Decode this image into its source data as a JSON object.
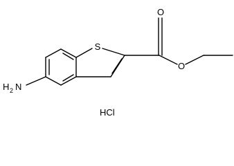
{
  "molecule": {
    "atoms": {
      "sulfur": "S",
      "carbonyl_oxygen": "O",
      "ester_oxygen": "O",
      "amine_h": "H",
      "amine_sub": "2",
      "amine_n": "N",
      "salt": "HCl"
    },
    "colors": {
      "bond": "#000000",
      "text": "#000000",
      "background": "#ffffff"
    }
  }
}
